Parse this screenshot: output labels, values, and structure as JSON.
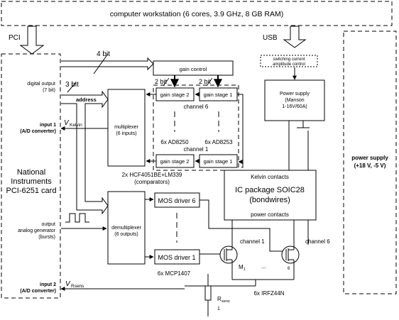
{
  "computer": {
    "label": "computer workstation (6 cores, 3.9 GHz, 8 GB RAM)"
  },
  "interfaces": {
    "pci": "PCI",
    "usb": "USB"
  },
  "daq": {
    "line1": "National",
    "line2": "Instruments",
    "line3": "PCI-6251 card"
  },
  "daq_ports": {
    "digital_output_1": "digital output",
    "digital_output_2": "(7 bit)",
    "input1_1": "input 1",
    "input1_2": "(A/D converter)",
    "output_1": "output",
    "output_2": "analog generator",
    "output_3": "(bursts)",
    "input2_1": "input 2",
    "input2_2": "(A/D converter)"
  },
  "signals": {
    "bus_4bit": "4 bit",
    "bus_3bit": "3 bit",
    "address": "address",
    "v_kelvin_main": "V",
    "v_kelvin_sub": "Kelvin",
    "v_rsens_main": "V",
    "v_rsens_sub": "Rsens",
    "bit2_left": "2 bit",
    "bit2_right": "2 bit"
  },
  "blocks": {
    "gain_control": "gain control",
    "switching_line1": "switching current",
    "switching_line2": "amplitude control",
    "power_supply_1": "Power supply",
    "power_supply_2": "(Manson",
    "power_supply_3": "1-16V/60A)",
    "mux_1": "multiplexer",
    "mux_2": "(6 inputs)",
    "demux_1": "demultiplexer",
    "demux_2": "(6 outputs)",
    "gain_stage_2": "gain stage 2",
    "gain_stage_1": "gain stage 1",
    "mos_driver_6": "MOS driver 6",
    "mos_driver_1": "MOS driver 1",
    "kelvin_contacts": "Kelvin contacts",
    "ic_line1": "IC package SOIC28",
    "ic_line2": "(bondwires)",
    "power_contacts": "power contacts",
    "psu_right_1": "power supply",
    "psu_right_2": "(+18 V, -5 V)"
  },
  "labels": {
    "channel6_top": "channel 6",
    "ad8250": "6x AD8250",
    "ad8253": "6x AD8253",
    "channel1_top": "channel 1",
    "hcf_1": "2x HCF4051BE+LM339",
    "hcf_2": "(comparators)",
    "mcp": "6x MCP1407",
    "channel1_mos": "channel 1",
    "channel6_mos": "channel 6",
    "m1_main": "M",
    "m1_sub": "1",
    "dots": "...",
    "six": "6",
    "irfz": "6x IRFZ44N",
    "rsens_main": "R",
    "rsens_sub": "sens",
    "rsens_idx": "1"
  }
}
